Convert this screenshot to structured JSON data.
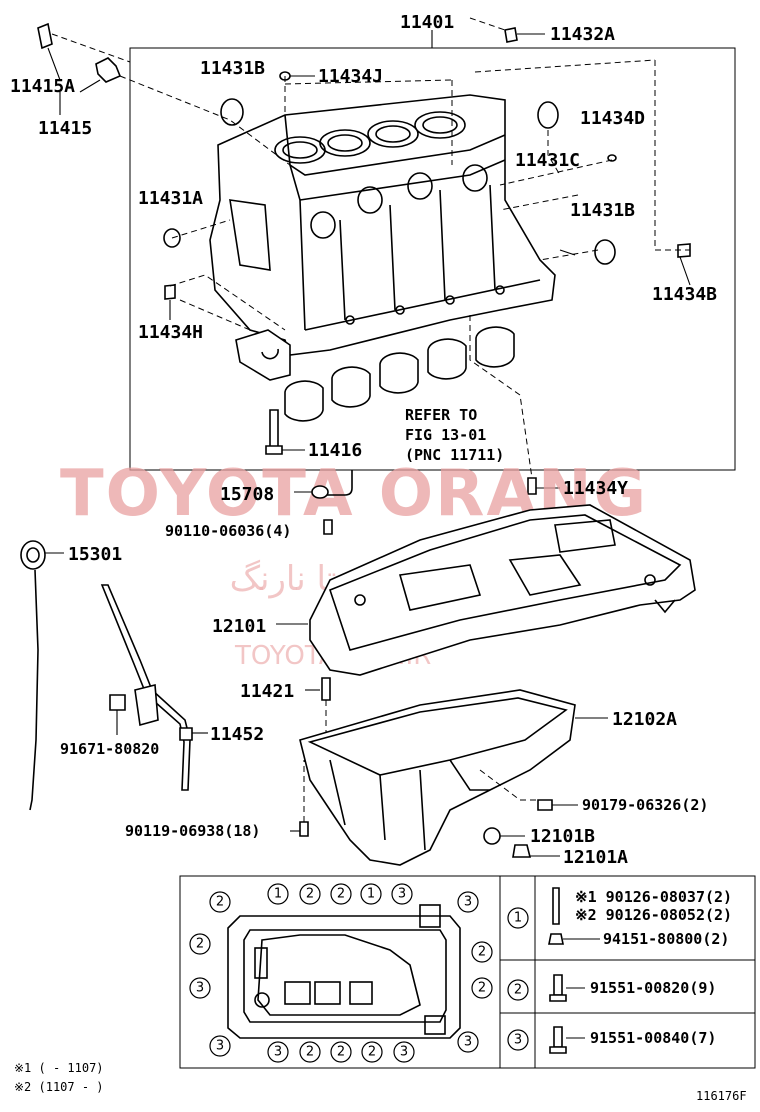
{
  "callouts": {
    "c11401": "11401",
    "c11432A": "11432A",
    "c11415A": "11415A",
    "c11415": "11415",
    "c11431B_top": "11431B",
    "c11434J": "11434J",
    "c11434D": "11434D",
    "c11431C": "11431C",
    "c11431A": "11431A",
    "c11431B_right": "11431B",
    "c11434B": "11434B",
    "c11434H": "11434H",
    "refer_line1": "REFER TO",
    "refer_line2": "FIG 13-01",
    "refer_line3": "(PNC 11711)",
    "c11416": "11416",
    "c15708": "15708",
    "c11434Y": "11434Y",
    "c90110": "90110-06036(4)",
    "c15301": "15301",
    "c12101": "12101",
    "c11421": "11421",
    "c12102A": "12102A",
    "c91671": "91671-80820",
    "c11452": "11452",
    "c90179": "90179-06326(2)",
    "c90119": "90119-06938(18)",
    "c12101B": "12101B",
    "c12101A": "12101A"
  },
  "watermark": {
    "brand": "TOYOTA ORANG",
    "persian": "تویوتا نارنگ",
    "site": "TOYOTAPART.IR"
  },
  "legend": {
    "rows": [
      {
        "num": "1",
        "items": [
          "※1 90126-08037(2)",
          "※2 90126-08052(2)",
          "94151-80800(2)"
        ]
      },
      {
        "num": "2",
        "items": [
          "91551-00820(9)"
        ]
      },
      {
        "num": "3",
        "items": [
          "91551-00840(7)"
        ]
      }
    ],
    "panel_markers": {
      "top": [
        "2",
        "1",
        "2",
        "2",
        "1",
        "3",
        "3"
      ],
      "left": [
        "2",
        "3",
        "3"
      ],
      "right": [
        "2",
        "2",
        "3"
      ],
      "bottom": [
        "3",
        "2",
        "2",
        "2",
        "3"
      ]
    }
  },
  "notes": {
    "n1": "※1 (      - 1107)",
    "n2": "※2 (1107 -      )"
  },
  "figure_id": "116176F"
}
